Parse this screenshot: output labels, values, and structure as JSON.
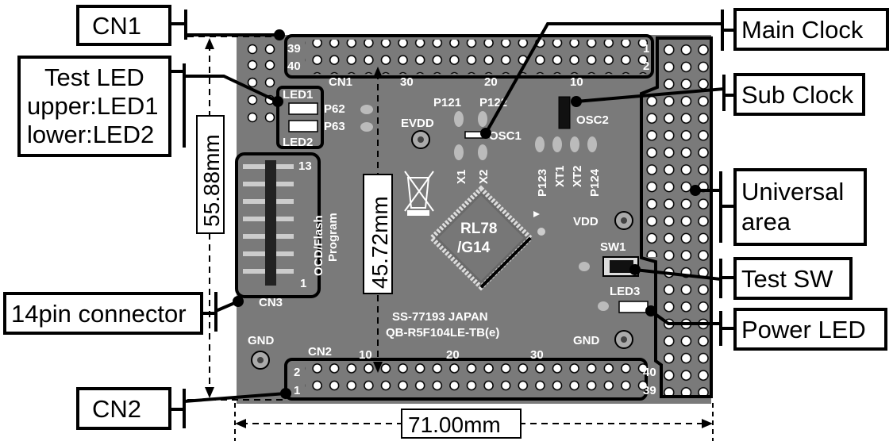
{
  "callouts": {
    "cn1": "CN1",
    "test_led_line1": "Test LED",
    "test_led_line2": "upper:LED1",
    "test_led_line3": "lower:LED2",
    "pin14": "14pin connector",
    "cn2": "CN2",
    "main_clock": "Main Clock",
    "sub_clock": "Sub Clock",
    "universal_line1": "Universal",
    "universal_line2": "area",
    "test_sw": "Test SW",
    "power_led": "Power LED"
  },
  "dimensions": {
    "height": "55.88mm",
    "width": "71.00mm",
    "pitch": "45.72mm"
  },
  "board": {
    "cn1_label": "CN1",
    "cn2_label": "CN2",
    "cn3_label": "CN3",
    "cn1_pin39": "39",
    "cn1_pin40": "40",
    "cn1_pin1": "1",
    "cn1_pin2": "2",
    "cn1_30": "30",
    "cn1_20": "20",
    "cn1_10": "10",
    "cn2_pin2": "2",
    "cn2_pin1": "1",
    "cn2_40": "40",
    "cn2_39": "39",
    "cn2_10": "10",
    "cn2_20": "20",
    "cn2_30": "30",
    "led1": "LED1",
    "led2": "LED2",
    "led3": "LED3",
    "p62": "P62",
    "p63": "P63",
    "evdd": "EVDD",
    "p121": "P121",
    "p122": "P122",
    "osc1": "OSC1",
    "osc2": "OSC2",
    "x1": "X1",
    "x2": "X2",
    "p123": "P123",
    "xt1": "XT1",
    "xt2": "XT2",
    "p124": "P124",
    "vdd": "VDD",
    "sw1": "SW1",
    "gnd_left": "GND",
    "gnd_right": "GND",
    "mcu_line1": "RL78",
    "mcu_line2": "/G14",
    "ocd_line1": "OCD/Flash",
    "ocd_line2": "Program",
    "pin13": "13",
    "pin1": "1",
    "marking1": "SS-77193 JAPAN",
    "marking2": "QB-R5F104LE-TB(e)"
  },
  "colors": {
    "board": "#7a7a7a",
    "hole": "#ffffff",
    "outline": "#000000"
  }
}
